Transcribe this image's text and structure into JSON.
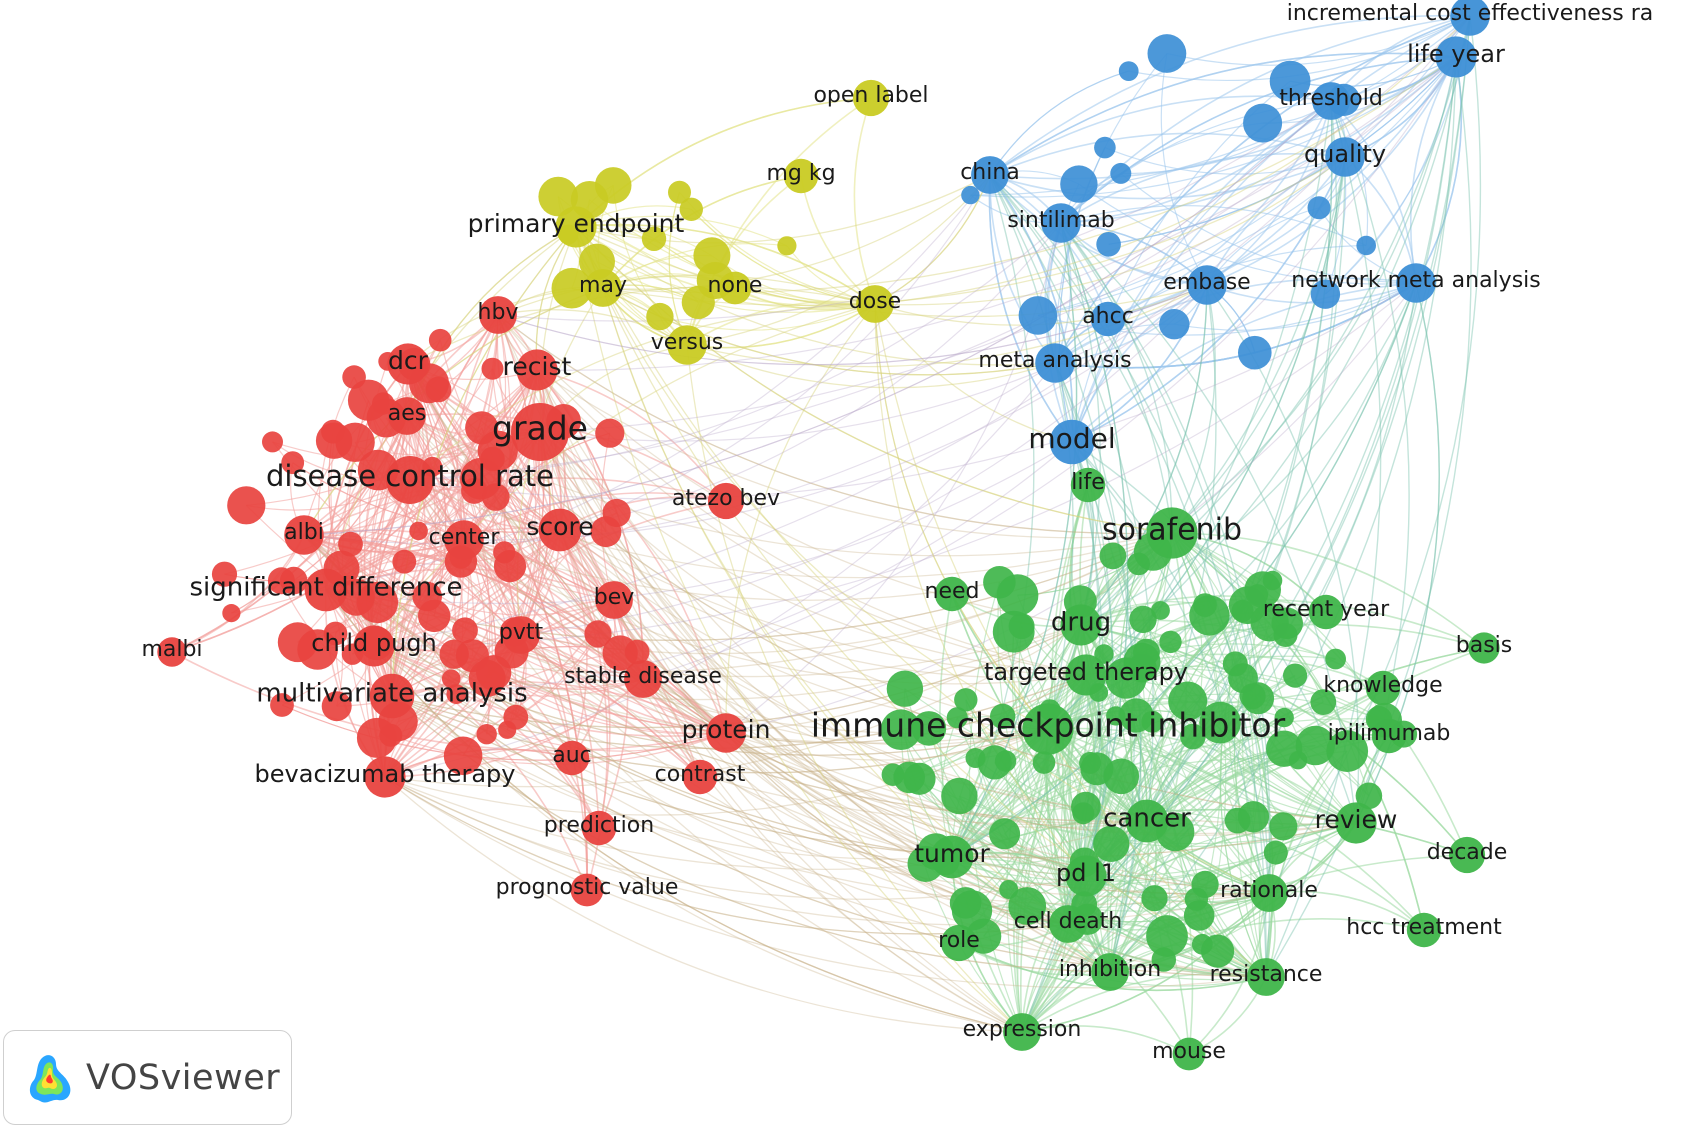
{
  "brand": {
    "name": "VOSviewer",
    "logo_icon": "vosviewer-logo-icon"
  },
  "colors": {
    "red": "#e8433f",
    "yellow": "#c9cb23",
    "blue": "#3d8fd6",
    "green": "#3fb54a",
    "label": "#1a1a1a"
  },
  "clusters": [
    {
      "id": "red",
      "color": "#e8433f",
      "link_color": "#f2a19d"
    },
    {
      "id": "yellow",
      "color": "#c9cb23",
      "link_color": "#e3e48a"
    },
    {
      "id": "blue",
      "color": "#3d8fd6",
      "link_color": "#9cc6ec"
    },
    {
      "id": "green",
      "color": "#3fb54a",
      "link_color": "#9bd9a0"
    }
  ],
  "nodes": [
    {
      "term": "grade",
      "cluster": "red",
      "weight": 5
    },
    {
      "term": "disease control rate",
      "cluster": "red",
      "weight": 3.8
    },
    {
      "term": "recist",
      "cluster": "red",
      "weight": 3
    },
    {
      "term": "dcr",
      "cluster": "red",
      "weight": 3
    },
    {
      "term": "hbv",
      "cluster": "red",
      "weight": 2.6
    },
    {
      "term": "aes",
      "cluster": "red",
      "weight": 2.6
    },
    {
      "term": "albi",
      "cluster": "red",
      "weight": 2.8
    },
    {
      "term": "center",
      "cluster": "red",
      "weight": 2.8
    },
    {
      "term": "score",
      "cluster": "red",
      "weight": 3.2
    },
    {
      "term": "atezo bev",
      "cluster": "red",
      "weight": 2.4
    },
    {
      "term": "significant difference",
      "cluster": "red",
      "weight": 3.2
    },
    {
      "term": "bev",
      "cluster": "red",
      "weight": 2.6
    },
    {
      "term": "malbi",
      "cluster": "red",
      "weight": 1.6
    },
    {
      "term": "child pugh",
      "cluster": "red",
      "weight": 3
    },
    {
      "term": "pvtt",
      "cluster": "red",
      "weight": 2.6
    },
    {
      "term": "stable disease",
      "cluster": "red",
      "weight": 2.6
    },
    {
      "term": "multivariate analysis",
      "cluster": "red",
      "weight": 3.4
    },
    {
      "term": "protein",
      "cluster": "red",
      "weight": 2.8
    },
    {
      "term": "auc",
      "cluster": "red",
      "weight": 2.2
    },
    {
      "term": "contrast",
      "cluster": "red",
      "weight": 2.2
    },
    {
      "term": "bevacizumab therapy",
      "cluster": "red",
      "weight": 3
    },
    {
      "term": "prediction",
      "cluster": "red",
      "weight": 2.2
    },
    {
      "term": "prognostic value",
      "cluster": "red",
      "weight": 2
    },
    {
      "term": "open label",
      "cluster": "yellow",
      "weight": 2.4
    },
    {
      "term": "mg kg",
      "cluster": "yellow",
      "weight": 2.2
    },
    {
      "term": "primary endpoint",
      "cluster": "yellow",
      "weight": 3
    },
    {
      "term": "may",
      "cluster": "yellow",
      "weight": 2.6
    },
    {
      "term": "none",
      "cluster": "yellow",
      "weight": 2
    },
    {
      "term": "dose",
      "cluster": "yellow",
      "weight": 2.6
    },
    {
      "term": "versus",
      "cluster": "yellow",
      "weight": 2.8
    },
    {
      "term": "incremental cost effectiveness ra",
      "cluster": "blue",
      "weight": 2.8
    },
    {
      "term": "life year",
      "cluster": "blue",
      "weight": 3
    },
    {
      "term": "threshold",
      "cluster": "blue",
      "weight": 2.6
    },
    {
      "term": "quality",
      "cluster": "blue",
      "weight": 2.8
    },
    {
      "term": "china",
      "cluster": "blue",
      "weight": 2.6
    },
    {
      "term": "sintilimab",
      "cluster": "blue",
      "weight": 2.8
    },
    {
      "term": "embase",
      "cluster": "blue",
      "weight": 2.8
    },
    {
      "term": "network meta analysis",
      "cluster": "blue",
      "weight": 2.8
    },
    {
      "term": "ahcc",
      "cluster": "blue",
      "weight": 2.2
    },
    {
      "term": "meta analysis",
      "cluster": "blue",
      "weight": 2.8
    },
    {
      "term": "model",
      "cluster": "blue",
      "weight": 3.4
    },
    {
      "term": "life",
      "cluster": "green",
      "weight": 2.2
    },
    {
      "term": "sorafenib",
      "cluster": "green",
      "weight": 4.2
    },
    {
      "term": "need",
      "cluster": "green",
      "weight": 2.2
    },
    {
      "term": "recent year",
      "cluster": "green",
      "weight": 2.2
    },
    {
      "term": "basis",
      "cluster": "green",
      "weight": 1.8
    },
    {
      "term": "drug",
      "cluster": "green",
      "weight": 3
    },
    {
      "term": "targeted therapy",
      "cluster": "green",
      "weight": 3
    },
    {
      "term": "knowledge",
      "cluster": "green",
      "weight": 2.2
    },
    {
      "term": "immune checkpoint inhibitor",
      "cluster": "green",
      "weight": 4.2
    },
    {
      "term": "ipilimumab",
      "cluster": "green",
      "weight": 2.2
    },
    {
      "term": "cancer",
      "cluster": "green",
      "weight": 3.2
    },
    {
      "term": "review",
      "cluster": "green",
      "weight": 3
    },
    {
      "term": "tumor",
      "cluster": "green",
      "weight": 3.2
    },
    {
      "term": "decade",
      "cluster": "green",
      "weight": 2.4
    },
    {
      "term": "pd l1",
      "cluster": "green",
      "weight": 3
    },
    {
      "term": "rationale",
      "cluster": "green",
      "weight": 2.6
    },
    {
      "term": "cell death",
      "cluster": "green",
      "weight": 2.6
    },
    {
      "term": "hcc treatment",
      "cluster": "green",
      "weight": 2.2
    },
    {
      "term": "role",
      "cluster": "green",
      "weight": 2.4
    },
    {
      "term": "inhibition",
      "cluster": "green",
      "weight": 2.6
    },
    {
      "term": "resistance",
      "cluster": "green",
      "weight": 2.6
    },
    {
      "term": "expression",
      "cluster": "green",
      "weight": 2.6
    },
    {
      "term": "mouse",
      "cluster": "green",
      "weight": 2
    }
  ]
}
